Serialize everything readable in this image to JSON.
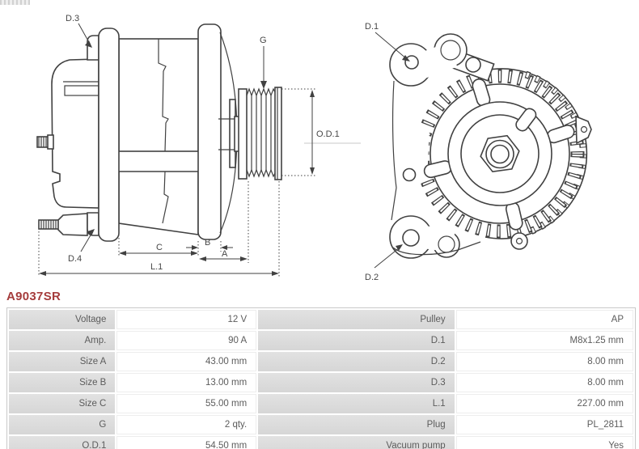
{
  "part_number": "A9037SR",
  "colors": {
    "accent": "#a53c3c",
    "line": "#414141",
    "cell_gray": "#dbdbdb"
  },
  "diagram": {
    "labels": {
      "d1": "D.1",
      "d2": "D.2",
      "d3": "D.3",
      "d4": "D.4",
      "g": "G",
      "od1": "O.D.1",
      "a": "A",
      "b": "B",
      "c": "C",
      "l1": "L.1"
    }
  },
  "table": {
    "rows": [
      {
        "ll": "Voltage",
        "lv": "12 V",
        "rl": "Pulley",
        "rv": "AP"
      },
      {
        "ll": "Amp.",
        "lv": "90 A",
        "rl": "D.1",
        "rv": "M8x1.25 mm"
      },
      {
        "ll": "Size A",
        "lv": "43.00 mm",
        "rl": "D.2",
        "rv": "8.00 mm"
      },
      {
        "ll": "Size B",
        "lv": "13.00 mm",
        "rl": "D.3",
        "rv": "8.00 mm"
      },
      {
        "ll": "Size C",
        "lv": "55.00 mm",
        "rl": "L.1",
        "rv": "227.00 mm"
      },
      {
        "ll": "G",
        "lv": "2 qty.",
        "rl": "Plug",
        "rv": "PL_2811"
      },
      {
        "ll": "O.D.1",
        "lv": "54.50 mm",
        "rl": "Vacuum pump",
        "rv": "Yes"
      }
    ]
  }
}
